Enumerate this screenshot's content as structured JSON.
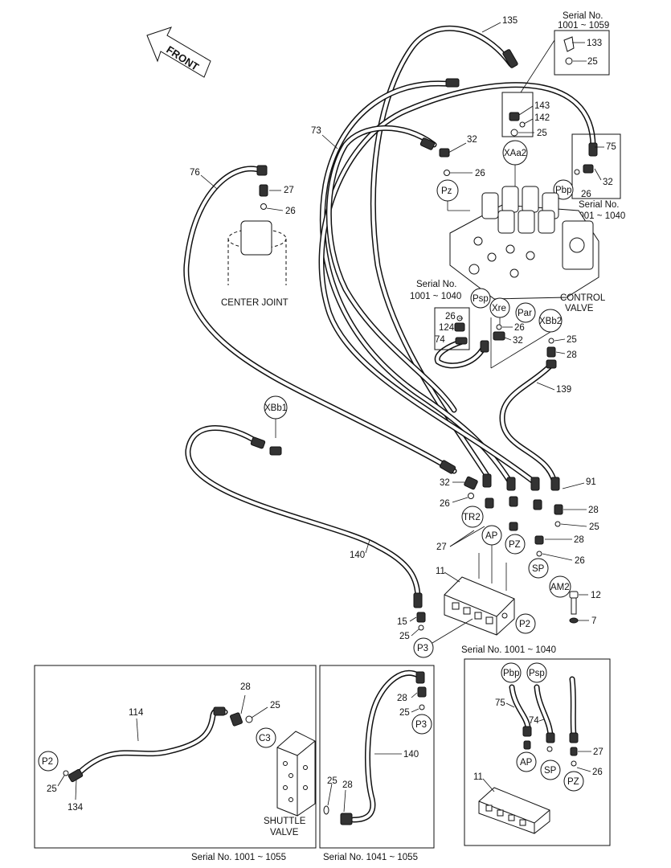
{
  "front_label": "FRONT",
  "labels": {
    "serial_1001_1059": "Serial No.\n1001 ~ 1059",
    "serial_no_word": "Serial No.",
    "serial_range_1059": "1001 ~ 1059",
    "serial_range_1040": "1001 ~ 1040",
    "serial_range_1040_b": "1001 ~ 1040",
    "center_joint": "CENTER JOINT",
    "control": "CONTROL",
    "valve": "VALVE",
    "shuttle": "SHUTTLE",
    "shuttle_valve": "VALVE",
    "serial_box_right": "Serial No. 1001 ~ 1040",
    "serial_box_left": "Serial No. 1001 ~ 1055",
    "serial_box_mid": "Serial No. 1041 ~ 1055"
  },
  "ports": {
    "xaa2": "XAa2",
    "pz": "Pz",
    "pbp": "Pbp",
    "psp": "Psp",
    "xre": "Xre",
    "par": "Par",
    "xbb2": "XBb2",
    "xbb1": "XBb1",
    "tr2": "TR2",
    "ap": "AP",
    "pz2": "PZ",
    "sp": "SP",
    "am2": "AM2",
    "p2": "P2",
    "p3": "P3",
    "p2b": "P2",
    "c3": "C3",
    "p3b": "P3",
    "pbp2": "Pbp",
    "psp2": "Psp",
    "ap2": "AP",
    "sp2": "SP",
    "pz3": "PZ"
  },
  "parts": {
    "n135": "135",
    "n133": "133",
    "n25a": "25",
    "n143": "143",
    "n142": "142",
    "n25b": "25",
    "n73": "73",
    "n32a": "32",
    "n26a": "26",
    "n75a": "75",
    "n32b": "32",
    "n26b": "26",
    "n76": "76",
    "n27a": "27",
    "n26c": "26",
    "n26d": "26",
    "n124": "124",
    "n74a": "74",
    "n26e": "26",
    "n32c": "32",
    "n25c": "25",
    "n28a": "28",
    "n139": "139",
    "n32d": "32",
    "n26f": "26",
    "n91": "91",
    "n28b": "28",
    "n25d": "25",
    "n27b": "27",
    "n28c": "28",
    "n26g": "26",
    "n140a": "140",
    "n11a": "11",
    "n12": "12",
    "n7": "7",
    "n15": "15",
    "n25e": "25",
    "n28d": "28",
    "n25f": "25",
    "n114": "114",
    "n25g": "25",
    "n134": "134",
    "n28e": "28",
    "n25h": "25",
    "n140b": "140",
    "n25i": "25",
    "n28f": "28",
    "n75b": "75",
    "n74b": "74",
    "n27c": "27",
    "n26h": "26",
    "n11b": "11"
  }
}
